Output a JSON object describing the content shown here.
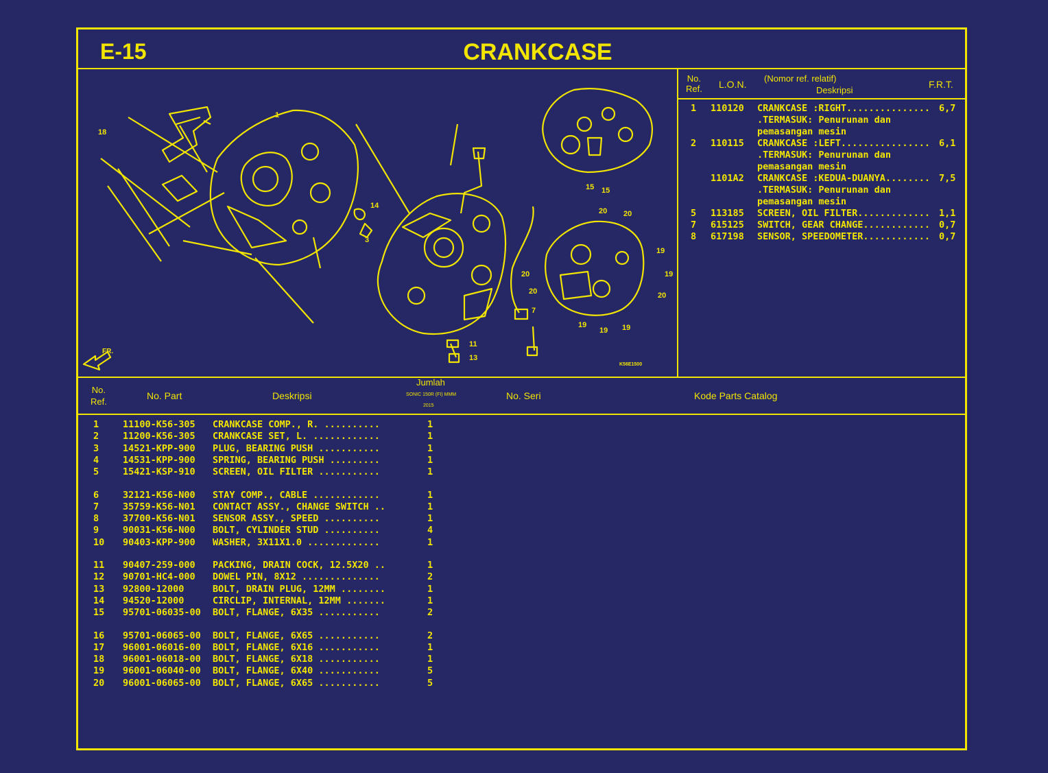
{
  "header": {
    "code": "E-15",
    "title": "CRANKCASE"
  },
  "lon_table": {
    "headers": {
      "no_ref": "No.\nRef.",
      "lon": "L.O.N.",
      "nomor_ref": "(Nomor ref. relatif)",
      "deskripsi": "Deskripsi",
      "frt": "F.R.T."
    },
    "rows": [
      {
        "ref": "1",
        "lon": "110120",
        "desc": "CRANKCASE :RIGHT...............",
        "frt": "6,7"
      },
      {
        "ref": "",
        "lon": "",
        "desc": ".TERMASUK: Penurunan dan",
        "frt": ""
      },
      {
        "ref": "",
        "lon": "",
        "desc": "pemasangan mesin",
        "frt": ""
      },
      {
        "ref": "2",
        "lon": "110115",
        "desc": "CRANKCASE :LEFT................",
        "frt": "6,1"
      },
      {
        "ref": "",
        "lon": "",
        "desc": ".TERMASUK: Penurunan dan",
        "frt": ""
      },
      {
        "ref": "",
        "lon": "",
        "desc": "pemasangan mesin",
        "frt": ""
      },
      {
        "ref": "",
        "lon": "1101A2",
        "desc": "CRANKCASE :KEDUA-DUANYA........",
        "frt": "7,5"
      },
      {
        "ref": "",
        "lon": "",
        "desc": ".TERMASUK: Penurunan dan",
        "frt": ""
      },
      {
        "ref": "",
        "lon": "",
        "desc": "pemasangan mesin",
        "frt": ""
      },
      {
        "ref": "5",
        "lon": "113185",
        "desc": "SCREEN, OIL FILTER.............",
        "frt": "1,1"
      },
      {
        "ref": "7",
        "lon": "615125",
        "desc": "SWITCH, GEAR CHANGE............",
        "frt": "0,7"
      },
      {
        "ref": "8",
        "lon": "617198",
        "desc": "SENSOR, SPEEDOMETER............",
        "frt": "0,7"
      }
    ]
  },
  "parts_table": {
    "headers": {
      "no_ref": "No.\nRef.",
      "no_part": "No. Part",
      "deskripsi": "Deskripsi",
      "jumlah": "Jumlah",
      "jumlah_sub": "SONIC 150R (FI) MMM",
      "jumlah_year": "2015",
      "no_seri": "No. Seri",
      "kode": "Kode Parts Catalog"
    },
    "rows": [
      {
        "ref": "1",
        "part": "11100-K56-305",
        "desc": "CRANKCASE COMP., R. ..........",
        "qty": "1"
      },
      {
        "ref": "2",
        "part": "11200-K56-305",
        "desc": "CRANKCASE SET, L. ............",
        "qty": "1"
      },
      {
        "ref": "3",
        "part": "14521-KPP-900",
        "desc": "PLUG, BEARING PUSH ...........",
        "qty": "1"
      },
      {
        "ref": "4",
        "part": "14531-KPP-900",
        "desc": "SPRING, BEARING PUSH .........",
        "qty": "1"
      },
      {
        "ref": "5",
        "part": "15421-KSP-910",
        "desc": "SCREEN, OIL FILTER ...........",
        "qty": "1"
      },
      {
        "ref": "6",
        "part": "32121-K56-N00",
        "desc": "STAY COMP., CABLE ............",
        "qty": "1"
      },
      {
        "ref": "7",
        "part": "35759-K56-N01",
        "desc": "CONTACT ASSY., CHANGE SWITCH ..",
        "qty": "1"
      },
      {
        "ref": "8",
        "part": "37700-K56-N01",
        "desc": "SENSOR ASSY., SPEED ..........",
        "qty": "1"
      },
      {
        "ref": "9",
        "part": "90031-K56-N00",
        "desc": "BOLT, CYLINDER STUD ..........",
        "qty": "4"
      },
      {
        "ref": "10",
        "part": "90403-KPP-900",
        "desc": "WASHER, 3X11X1.0 .............",
        "qty": "1"
      },
      {
        "ref": "11",
        "part": "90407-259-000",
        "desc": "PACKING, DRAIN COCK, 12.5X20 ..",
        "qty": "1"
      },
      {
        "ref": "12",
        "part": "90701-HC4-000",
        "desc": "DOWEL PIN, 8X12 ..............",
        "qty": "2"
      },
      {
        "ref": "13",
        "part": "92800-12000",
        "desc": "BOLT, DRAIN PLUG, 12MM ........",
        "qty": "1"
      },
      {
        "ref": "14",
        "part": "94520-12000",
        "desc": "CIRCLIP, INTERNAL, 12MM .......",
        "qty": "1"
      },
      {
        "ref": "15",
        "part": "95701-06035-00",
        "desc": "BOLT, FLANGE, 6X35 ...........",
        "qty": "2"
      },
      {
        "ref": "16",
        "part": "95701-06065-00",
        "desc": "BOLT, FLANGE, 6X65 ...........",
        "qty": "2"
      },
      {
        "ref": "17",
        "part": "96001-06016-00",
        "desc": "BOLT, FLANGE, 6X16 ...........",
        "qty": "1"
      },
      {
        "ref": "18",
        "part": "96001-06018-00",
        "desc": "BOLT, FLANGE, 6X18 ...........",
        "qty": "1"
      },
      {
        "ref": "19",
        "part": "96001-06040-00",
        "desc": "BOLT, FLANGE, 6X40 ...........",
        "qty": "5"
      },
      {
        "ref": "20",
        "part": "96001-06065-00",
        "desc": "BOLT, FLANGE, 6X65 ...........",
        "qty": "5"
      }
    ]
  },
  "diagram": {
    "callouts": [
      "1",
      "18",
      "14",
      "3",
      "15",
      "15",
      "20",
      "20",
      "19",
      "19",
      "20",
      "20",
      "20",
      "19",
      "19",
      "19",
      "7",
      "11",
      "13"
    ],
    "front_label": "FR.",
    "drawing_code": "K56E1500"
  },
  "colors": {
    "background": "#262866",
    "line": "#f2e500"
  }
}
